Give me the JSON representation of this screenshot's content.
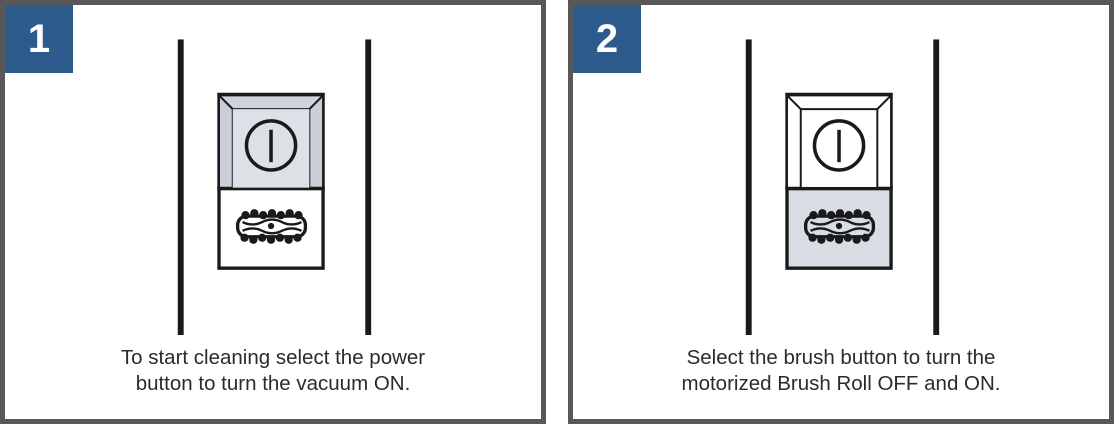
{
  "document": {
    "type": "instruction-steps",
    "background_color": "#ffffff",
    "panel_border_color": "#58585a",
    "badge_color": "#2e5b8e",
    "badge_text_color": "#ffffff",
    "highlight_fill": "#d8dce3",
    "line_color": "#1a1a1a",
    "caption_color": "#2b2b2b"
  },
  "panels": [
    {
      "number": "1",
      "caption": "To start cleaning select the power\nbutton to turn the vacuum ON.",
      "illustration": {
        "name": "vacuum-head-top-view",
        "power_button_icon": "power-symbol",
        "brush_roll_icon": "brush-roll",
        "highlighted_section": "top",
        "top_fill": "#d8dce3",
        "bottom_fill": "#ffffff",
        "guide_lines": 2
      }
    },
    {
      "number": "2",
      "caption": "Select the brush button to turn the\nmotorized Brush Roll OFF and ON.",
      "illustration": {
        "name": "vacuum-head-top-view",
        "power_button_icon": "power-symbol",
        "brush_roll_icon": "brush-roll",
        "highlighted_section": "bottom",
        "top_fill": "#ffffff",
        "bottom_fill": "#d8dce3",
        "guide_lines": 2
      }
    }
  ]
}
